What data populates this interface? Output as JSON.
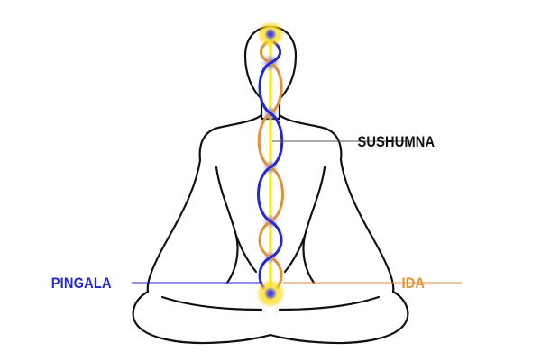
{
  "labels": {
    "sushumna": "SUSHUMNA",
    "pingala": "PINGALA",
    "ida": "IDA"
  },
  "colors": {
    "sushumna": "#f2e61a",
    "pingala": "#2626d9",
    "ida": "#e0913a",
    "outline": "#111111",
    "leader": "#555566",
    "glow_inner": "#3b3bd6",
    "glow_outer": "#f5d400"
  }
}
